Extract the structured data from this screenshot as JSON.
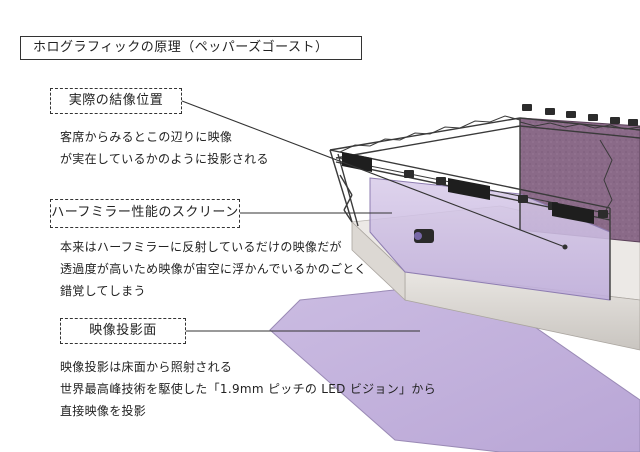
{
  "title": "ホログラフィックの原理（ペッパーズゴースト）",
  "callouts": [
    {
      "label": "実際の結像位置",
      "lines": [
        "客席からみるとこの辺りに映像",
        "が実在しているかのように投影される"
      ]
    },
    {
      "label": "ハーフミラー性能のスクリーン",
      "lines": [
        "本来はハーフミラーに反射しているだけの映像だが",
        "透過度が高いため映像が宙空に浮かんでいるかのごとく",
        "錯覚してしまう"
      ]
    },
    {
      "label": "映像投影面",
      "lines": [
        "映像投影は床面から照射される",
        "世界最高峰技術を駆使した「1.9mm ピッチの LED ビジョン」から",
        "直接映像を投影"
      ]
    }
  ],
  "colors": {
    "screen": "#c9b9df",
    "projection_floor": "#c7b6e0",
    "back_wall": "#8f6b8c",
    "truss": "#3a3a3a",
    "stage_edge": "#d6d3cf",
    "leader_line": "#333333"
  },
  "icons": [
    "spotlight-icon",
    "speaker-icon",
    "projector-icon"
  ]
}
